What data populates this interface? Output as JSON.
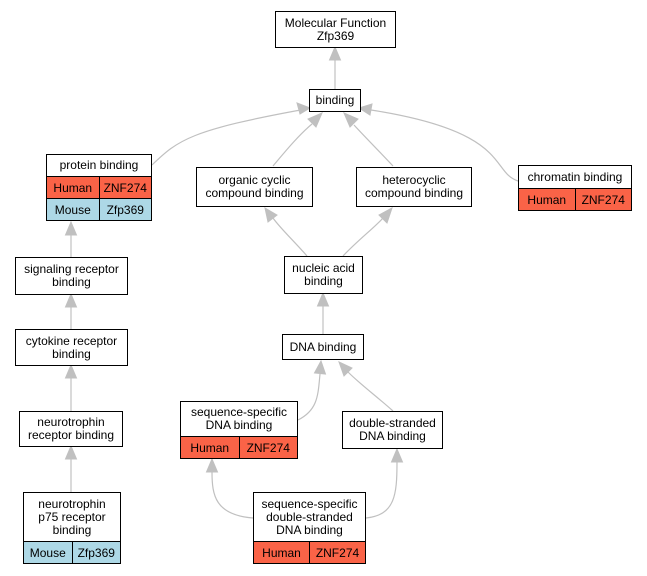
{
  "colors": {
    "human": "#fa6347",
    "mouse": "#add8e6",
    "edge": "#c0c0c0"
  },
  "nodes": {
    "molecular_function": {
      "label": "Molecular Function\nZfp369",
      "annotations": []
    },
    "binding": {
      "label": "binding",
      "annotations": []
    },
    "protein_binding": {
      "label": "protein binding",
      "annotations": [
        {
          "species": "Human",
          "gene": "ZNF274",
          "color": "#fa6347"
        },
        {
          "species": "Mouse",
          "gene": "Zfp369",
          "color": "#add8e6"
        }
      ]
    },
    "organic_cyclic_compound_binding": {
      "label": "organic cyclic\ncompound binding",
      "annotations": []
    },
    "heterocyclic_compound_binding": {
      "label": "heterocyclic\ncompound binding",
      "annotations": []
    },
    "chromatin_binding": {
      "label": "chromatin binding",
      "annotations": [
        {
          "species": "Human",
          "gene": "ZNF274",
          "color": "#fa6347"
        }
      ]
    },
    "signaling_receptor_binding": {
      "label": "signaling receptor\nbinding",
      "annotations": []
    },
    "nucleic_acid_binding": {
      "label": "nucleic acid\nbinding",
      "annotations": []
    },
    "cytokine_receptor_binding": {
      "label": "cytokine receptor\nbinding",
      "annotations": []
    },
    "dna_binding": {
      "label": "DNA binding",
      "annotations": []
    },
    "neurotrophin_receptor_binding": {
      "label": "neurotrophin\nreceptor binding",
      "annotations": []
    },
    "sequence_specific_dna_binding": {
      "label": "sequence-specific\nDNA binding",
      "annotations": [
        {
          "species": "Human",
          "gene": "ZNF274",
          "color": "#fa6347"
        }
      ]
    },
    "double_stranded_dna_binding": {
      "label": "double-stranded\nDNA binding",
      "annotations": []
    },
    "neurotrophin_p75_receptor_binding": {
      "label": "neurotrophin\np75 receptor\nbinding",
      "annotations": [
        {
          "species": "Mouse",
          "gene": "Zfp369",
          "color": "#add8e6"
        }
      ]
    },
    "sequence_specific_double_stranded_dna_binding": {
      "label": "sequence-specific\ndouble-stranded\nDNA binding",
      "annotations": [
        {
          "species": "Human",
          "gene": "ZNF274",
          "color": "#fa6347"
        }
      ]
    }
  },
  "edges": [
    {
      "from": "binding",
      "to": "molecular_function"
    },
    {
      "from": "protein_binding",
      "to": "binding"
    },
    {
      "from": "organic_cyclic_compound_binding",
      "to": "binding"
    },
    {
      "from": "heterocyclic_compound_binding",
      "to": "binding"
    },
    {
      "from": "chromatin_binding",
      "to": "binding"
    },
    {
      "from": "signaling_receptor_binding",
      "to": "protein_binding"
    },
    {
      "from": "nucleic_acid_binding",
      "to": "organic_cyclic_compound_binding"
    },
    {
      "from": "nucleic_acid_binding",
      "to": "heterocyclic_compound_binding"
    },
    {
      "from": "cytokine_receptor_binding",
      "to": "signaling_receptor_binding"
    },
    {
      "from": "dna_binding",
      "to": "nucleic_acid_binding"
    },
    {
      "from": "neurotrophin_receptor_binding",
      "to": "cytokine_receptor_binding"
    },
    {
      "from": "sequence_specific_dna_binding",
      "to": "dna_binding"
    },
    {
      "from": "double_stranded_dna_binding",
      "to": "dna_binding"
    },
    {
      "from": "neurotrophin_p75_receptor_binding",
      "to": "neurotrophin_receptor_binding"
    },
    {
      "from": "sequence_specific_double_stranded_dna_binding",
      "to": "sequence_specific_dna_binding"
    },
    {
      "from": "sequence_specific_double_stranded_dna_binding",
      "to": "double_stranded_dna_binding"
    }
  ]
}
